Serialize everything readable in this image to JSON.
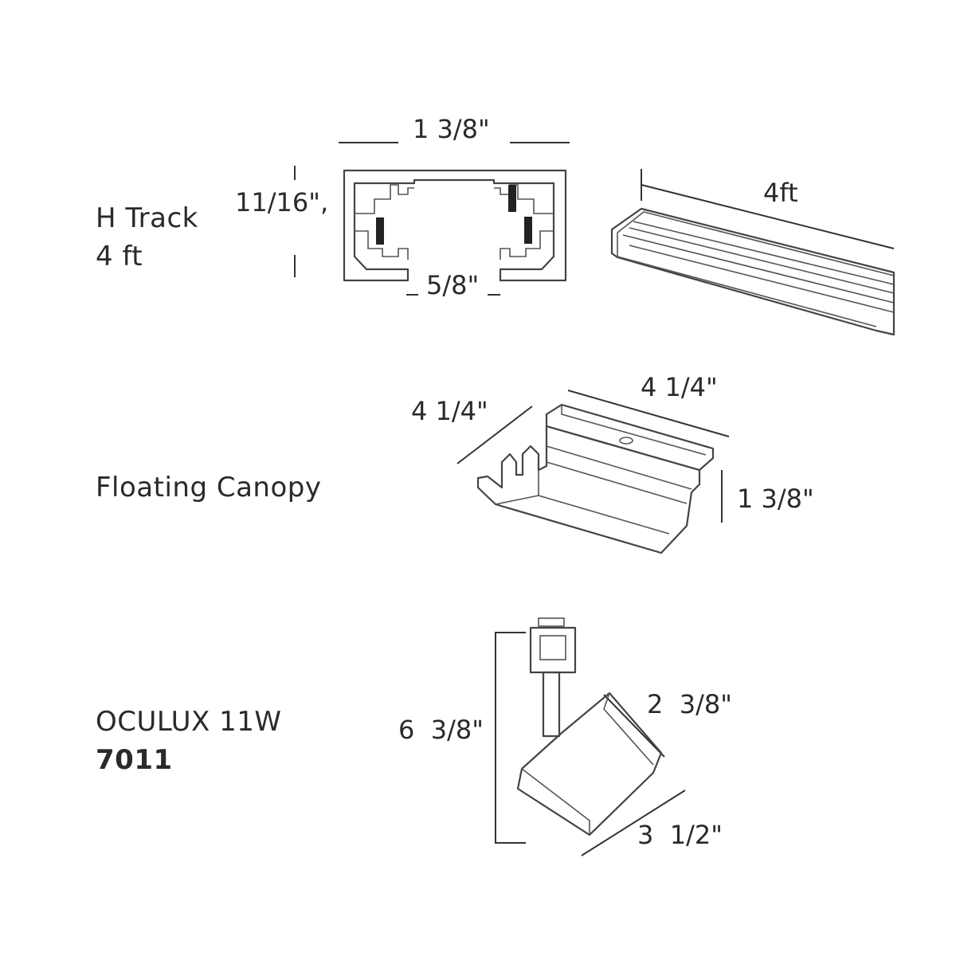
{
  "sections": {
    "h_track": {
      "title_line1": "H Track",
      "title_line2": "4 ft",
      "dim_width": "1 3/8\"",
      "dim_height": "11/16\",",
      "dim_slot": "5/8\"",
      "dim_length": "4ft"
    },
    "canopy": {
      "title": "Floating Canopy",
      "dim_depth": "4 1/4\"",
      "dim_width": "4 1/4\"",
      "dim_height": "1 3/8\""
    },
    "oculux": {
      "title_line1": "OCULUX 11W",
      "title_line2": "7011",
      "dim_total_height": "6  3/8\"",
      "dim_head_width": "2  3/8\"",
      "dim_head_length": "3  1/2\""
    }
  }
}
